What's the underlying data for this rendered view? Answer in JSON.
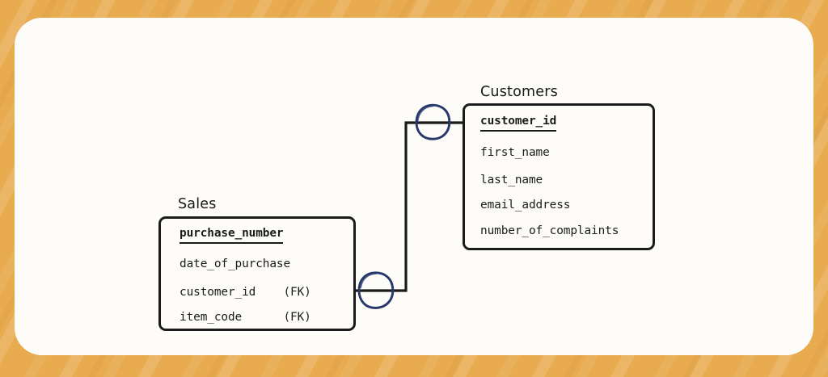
{
  "canvas": {
    "background_color": "#e8ab50",
    "card_color": "#fdfcf8"
  },
  "diagram": {
    "type": "entity-relationship-diagram",
    "entities": [
      {
        "name": "Sales",
        "title": "Sales",
        "fields": [
          {
            "label": "purchase_number",
            "key": "PK",
            "annotation": ""
          },
          {
            "label": "date_of_purchase",
            "key": "",
            "annotation": ""
          },
          {
            "label": "customer_id    (FK)",
            "key": "FK",
            "annotation": "(FK)"
          },
          {
            "label": "item_code      (FK)",
            "key": "FK",
            "annotation": "(FK)"
          }
        ]
      },
      {
        "name": "Customers",
        "title": "Customers",
        "fields": [
          {
            "label": "customer_id",
            "key": "PK",
            "annotation": ""
          },
          {
            "label": "first_name",
            "key": "",
            "annotation": ""
          },
          {
            "label": "last_name",
            "key": "",
            "annotation": ""
          },
          {
            "label": "email_address",
            "key": "",
            "annotation": ""
          },
          {
            "label": "number_of_complaints",
            "key": "",
            "annotation": ""
          }
        ]
      }
    ],
    "relationship": {
      "from_entity": "Sales",
      "from_field": "customer_id",
      "to_entity": "Customers",
      "to_field": "customer_id",
      "cardinality": "many-to-one",
      "notation": "crows-foot-zero-circle",
      "marker_color": "#27396b",
      "line_color": "#1b1b1d"
    }
  }
}
